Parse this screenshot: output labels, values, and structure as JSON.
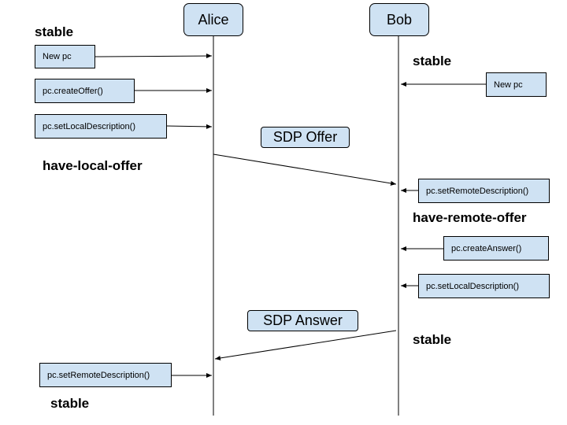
{
  "actors": {
    "alice": "Alice",
    "bob": "Bob"
  },
  "messages": {
    "offer": "SDP Offer",
    "answer": "SDP Answer"
  },
  "alice_steps": {
    "new_pc": "New pc",
    "create_offer": "pc.createOffer()",
    "set_local": "pc.setLocalDescription()",
    "set_remote": "pc.setRemoteDescription()"
  },
  "bob_steps": {
    "new_pc": "New pc",
    "set_remote": "pc.setRemoteDescription()",
    "create_answer": "pc.createAnswer()",
    "set_local": "pc.setLocalDescription()"
  },
  "states": {
    "alice_stable_1": "stable",
    "bob_stable_1": "stable",
    "have_local_offer": "have-local-offer",
    "have_remote_offer": "have-remote-offer",
    "bob_stable_2": "stable",
    "alice_stable_2": "stable"
  },
  "colors": {
    "box_fill": "#cfe2f3",
    "stroke": "#000000",
    "background": "#ffffff"
  }
}
